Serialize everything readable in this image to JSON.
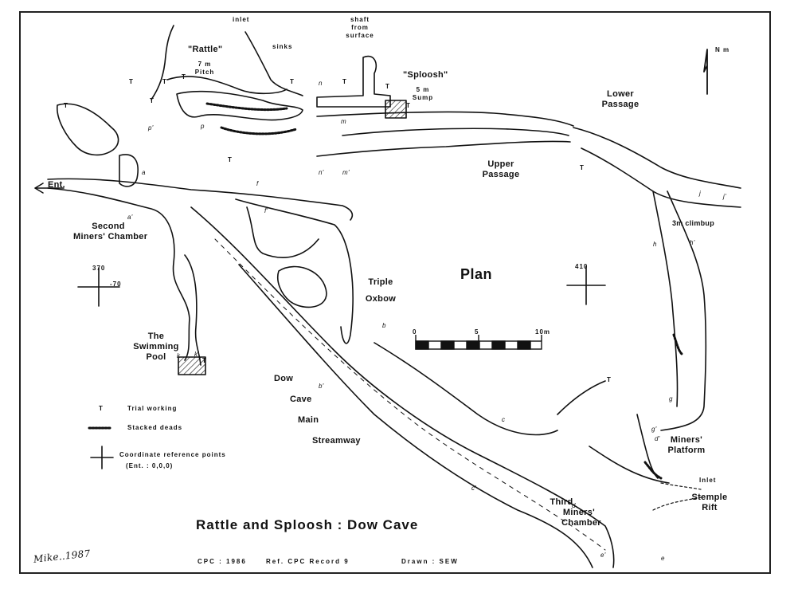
{
  "map": {
    "title": "Rattle and Sploosh : Dow Cave",
    "view": "Plan",
    "north": "N m",
    "features": {
      "inlet_top": "inlet",
      "sinks": "sinks",
      "shaft": [
        "shaft",
        "from",
        "surface"
      ],
      "rattle": "\"Rattle\"",
      "pitch": [
        "7 m",
        "Pitch"
      ],
      "sploosh": "\"Sploosh\"",
      "sump": [
        "5 m",
        "Sump"
      ],
      "lower_passage": [
        "Lower",
        "Passage"
      ],
      "upper_passage": [
        "Upper",
        "Passage"
      ],
      "entrance": "Ent.",
      "second_chamber": [
        "Second",
        "Miners' Chamber"
      ],
      "triple_oxbow": [
        "Triple",
        "Oxbow"
      ],
      "climb": "3m climbup",
      "swimming_pool": [
        "The",
        "Swimming",
        "Pool"
      ],
      "main_streamway": [
        "Dow",
        "Cave",
        "Main",
        "Streamway"
      ],
      "miners_platform": [
        "Miners'",
        "Platform"
      ],
      "inlet_right": "Inlet",
      "stemple_rift": [
        "Stemple",
        "Rift"
      ],
      "third_chamber": [
        "Third",
        "Miners'",
        "Chamber"
      ]
    },
    "coordinates": {
      "left_easting": "370",
      "left_northing": "-70",
      "right_easting": "410"
    },
    "scale": {
      "ticks": [
        "0",
        "5",
        "10m"
      ]
    },
    "survey_points": [
      "a",
      "a'",
      "b",
      "b'",
      "c",
      "c'",
      "d",
      "d'",
      "e",
      "e'",
      "f",
      "f'",
      "g",
      "g'",
      "h",
      "h'",
      "j",
      "j'",
      "k",
      "k'",
      "m",
      "m'",
      "n",
      "n'",
      "p",
      "p'"
    ],
    "trial_marker": "T"
  },
  "legend": {
    "trial_symbol": "T",
    "trial_label": "Trial working",
    "deads_label": "Stacked deads",
    "coord_label": "Coordinate reference points",
    "coord_sub": "(Ent. : 0,0,0)"
  },
  "footer": {
    "cpc": "CPC : 1986",
    "ref": "Ref. CPC Record 9",
    "drawn": "Drawn : SEW",
    "signature": "Mike..1987"
  }
}
